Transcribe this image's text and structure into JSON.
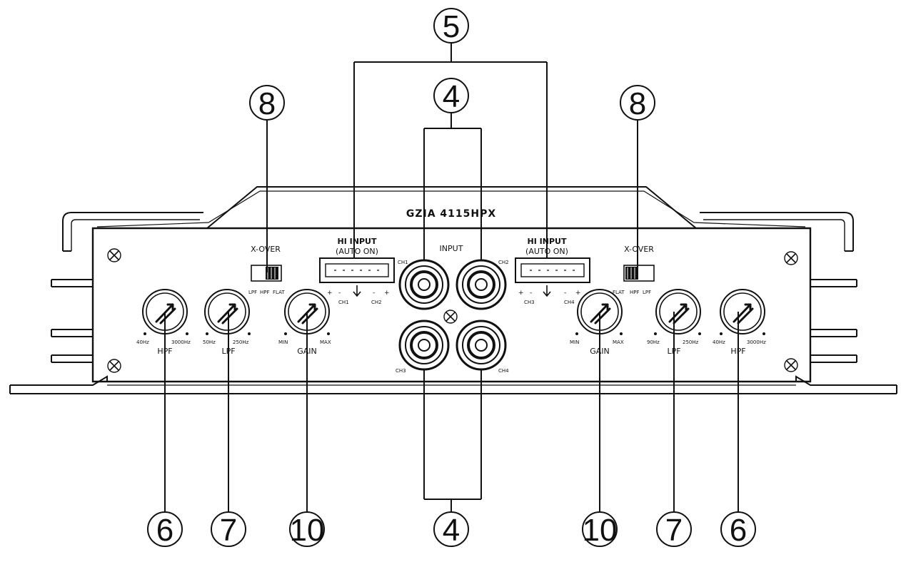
{
  "model": "GZIA 4115HPX",
  "callouts": {
    "top": [
      "5",
      "4",
      "8",
      "8"
    ],
    "bottom": [
      "6",
      "7",
      "10",
      "4",
      "10",
      "7",
      "6"
    ]
  },
  "xover": {
    "title": "X-OVER",
    "left_positions": [
      "LPF",
      "HPF",
      "FLAT"
    ],
    "right_positions": [
      "FLAT",
      "HPF",
      "LPF"
    ]
  },
  "hi_input": {
    "line1": "HI   INPUT",
    "line2": "(AUTO ON)",
    "left_channels": [
      "CH1",
      "CH2"
    ],
    "right_channels": [
      "CH3",
      "CH4"
    ],
    "pins": [
      "+",
      "-",
      "-",
      "+"
    ]
  },
  "rca": {
    "title": "INPUT",
    "channels": [
      "CH1",
      "CH2",
      "CH3",
      "CH4"
    ]
  },
  "knobs": {
    "hpf": {
      "name": "HPF",
      "min": "40Hz",
      "max": "3000Hz"
    },
    "lpf": {
      "name": "LPF",
      "min": "50Hz",
      "max": "250Hz"
    },
    "gain": {
      "name": "GAIN",
      "min": "MIN",
      "max": "MAX"
    },
    "lpf_right_min": "90Hz"
  }
}
